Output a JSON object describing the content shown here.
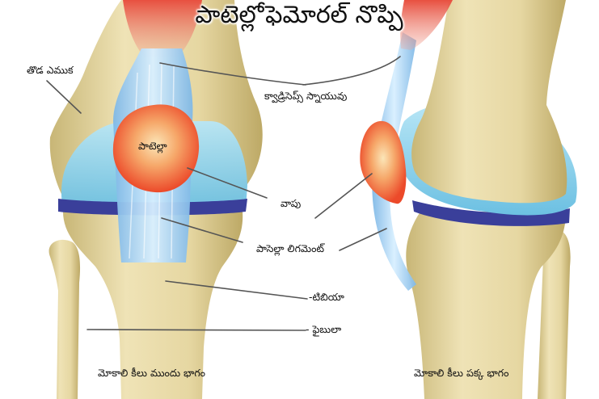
{
  "title": "పాటెల్లోఫెమోరల్ నొప్పి",
  "labels": {
    "femur": "తొడ ఎముక",
    "quadriceps_tendon": "క్వాడ్రిసెప్స్ స్నాయువు",
    "patella": "పాటెల్లా",
    "swelling": "వాపు",
    "patellar_ligament": "పాసెల్లా లిగమెంట్",
    "tibia": "-టిబియా",
    "fibula": "- ఫైబులా"
  },
  "captions": {
    "front_view": "మోకాలి కీలు ముందు భాగం",
    "side_view": "మోకాలి కీలు పక్క భాగం"
  },
  "colors": {
    "bone": "#e8dba8",
    "bone_shade": "#c9b87a",
    "cartilage": "#8fd0ea",
    "meniscus": "#3a3f9a",
    "tendon": "#a9d4f2",
    "muscle": "#e8604a",
    "patella": "#f06a3a",
    "leader_line": "#555555"
  }
}
